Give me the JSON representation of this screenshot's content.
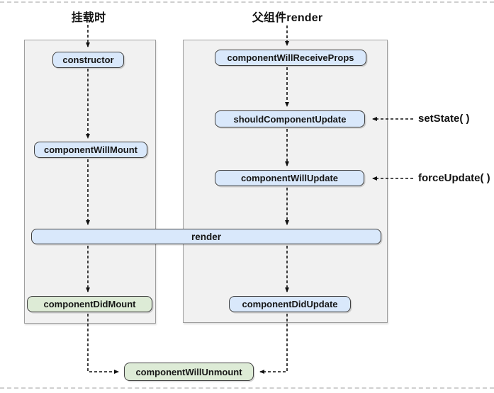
{
  "diagram": {
    "type": "flowchart",
    "subject": "React component lifecycle",
    "columns": [
      {
        "title": "挂载时"
      },
      {
        "title": "父组件render"
      }
    ],
    "nodes": {
      "constructor": "constructor",
      "component_will_mount": "componentWillMount",
      "render": "render",
      "component_did_mount": "componentDidMount",
      "component_will_receive_props": "componentWillReceiveProps",
      "should_component_update": "shouldComponentUpdate",
      "component_will_update": "componentWillUpdate",
      "component_did_update": "componentDidUpdate",
      "component_will_unmount": "componentWillUnmount"
    },
    "annotations": {
      "set_state": "setState( )",
      "force_update": "forceUpdate( )"
    },
    "edges": [
      "挂载时 -> constructor",
      "constructor -> componentWillMount",
      "componentWillMount -> render",
      "render -> componentDidMount",
      "componentDidMount -> componentWillUnmount",
      "父组件render -> componentWillReceiveProps",
      "componentWillReceiveProps -> shouldComponentUpdate",
      "shouldComponentUpdate -> componentWillUpdate",
      "componentWillUpdate -> render",
      "render -> componentDidUpdate",
      "componentDidUpdate -> componentWillUnmount",
      "setState( ) -> shouldComponentUpdate",
      "forceUpdate( ) -> componentWillUpdate"
    ],
    "colors": {
      "node_blue": "#d9e8fb",
      "node_green": "#ddebd6",
      "node_border": "#3f3f3f",
      "panel_bg": "#f1f1f1",
      "panel_border": "#9e9e9e",
      "arrow": "#111111",
      "page_edge_dash": "#cfcfcf"
    }
  }
}
